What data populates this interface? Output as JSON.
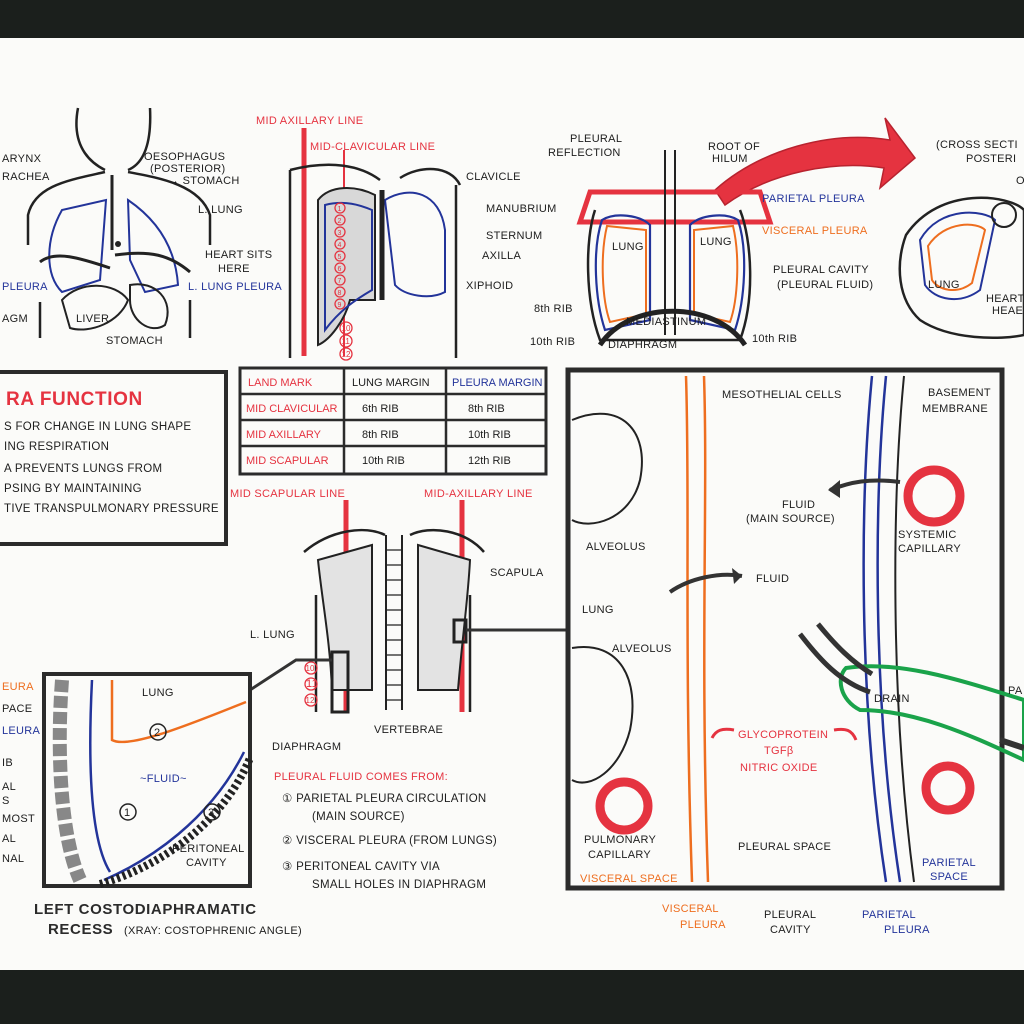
{
  "torso": {
    "arynx": "ARYNX",
    "trachea": "RACHEA",
    "oesophagus": "OESOPHAGUS",
    "posterior": "(POSTERIOR)",
    "stomach_top": "→ STOMACH",
    "l_lung": "L. LUNG",
    "heart1": "HEART SITS",
    "heart2": "HERE",
    "pleura_left": "PLEURA",
    "l_lung_pleura": "L. LUNG PLEURA",
    "agm": "AGM",
    "liver": "LIVER",
    "stomach": "STOMACH"
  },
  "lines": {
    "mid_axillary": "MID AXILLARY LINE",
    "mid_clavicular": "MID-CLAVICULAR LINE",
    "clavicle": "CLAVICLE",
    "manubrium": "MANUBRIUM",
    "sternum": "STERNUM",
    "axilla": "AXILLA",
    "xiphoid": "XIPHOID",
    "ribs": [
      "1",
      "2",
      "3",
      "4",
      "5",
      "6",
      "7",
      "8",
      "9",
      "10",
      "11",
      "12"
    ]
  },
  "section": {
    "pleural_reflection1": "PLEURAL",
    "pleural_reflection2": "REFLECTION",
    "root1": "ROOT OF",
    "root2": "HILUM",
    "parietal": "PARIETAL PLEURA",
    "visceral": "VISCERAL PLEURA",
    "lung_left": "LUNG",
    "lung_right": "LUNG",
    "cavity1": "PLEURAL CAVITY",
    "cavity2": "(PLEURAL FLUID)",
    "rib8": "8th RIB",
    "rib10a": "10th RIB",
    "rib10b": "10th RIB",
    "mediastinum": "MEDIASTINUM",
    "diaphragm": "DIAPHRAGM",
    "cross1": "(CROSS SECTI",
    "cross2": "POSTERI",
    "cross_o": "O",
    "cross_lung": "LUNG",
    "heart": "HEART",
    "heart2": "HEAE"
  },
  "function_box": {
    "title": "RA FUNCTION",
    "lines": [
      "S FOR CHANGE IN LUNG SHAPE",
      "ING RESPIRATION",
      "A PREVENTS LUNGS FROM",
      "PSING BY MAINTAINING",
      "TIVE TRANSPULMONARY PRESSURE"
    ]
  },
  "margins_table": {
    "headers": [
      "LAND MARK",
      "LUNG MARGIN",
      "PLEURA MARGIN"
    ],
    "rows": [
      [
        "MID CLAVICULAR",
        "6th RIB",
        "8th RIB"
      ],
      [
        "MID AXILLARY",
        "8th RIB",
        "10th RIB"
      ],
      [
        "MID SCAPULAR",
        "10th RIB",
        "12th RIB"
      ]
    ]
  },
  "back": {
    "mid_scapular": "MID SCAPULAR LINE",
    "mid_axillary": "MID-AXILLARY LINE",
    "scapula": "SCAPULA",
    "l_lung": "L. LUNG",
    "vertebrae": "VERTEBRAE",
    "ribs": [
      "10",
      "11",
      "12"
    ]
  },
  "recess": {
    "pleura": "EURA",
    "space": "PACE",
    "pleura_blue": "LEURA",
    "rib": "IB",
    "al": "AL",
    "s": "S",
    "most": "MOST",
    "al2": "AL",
    "nal": "NAL",
    "lung": "LUNG",
    "fluid": "~FLUID~",
    "n1": "1",
    "n2": "2",
    "n3": "3",
    "peritoneal1": "PERITONEAL",
    "peritoneal2": "CAVITY",
    "diaphragm": "DIAPHRAGM",
    "title1": "LEFT COSTODIAPHRAMATIC",
    "title2": "RECESS",
    "title3": "(XRAY: COSTOPHRENIC ANGLE)"
  },
  "fluid_from": {
    "title": "PLEURAL FLUID COMES FROM:",
    "items": [
      "① PARIETAL PLEURA CIRCULATION",
      "(MAIN SOURCE)",
      "② VISCERAL PLEURA (FROM LUNGS)",
      "③ PERITONEAL CAVITY VIA",
      "SMALL HOLES IN DIAPHRAGM"
    ]
  },
  "micro": {
    "mesothelial": "MESOTHELIAL CELLS",
    "basement1": "BASEMENT",
    "basement2": "MEMBRANE",
    "alveolus1": "ALVEOLUS",
    "alveolus2": "ALVEOLUS",
    "lung": "LUNG",
    "fluid_main1": "FLUID",
    "fluid_main2": "(MAIN SOURCE)",
    "fluid": "FLUID",
    "systemic1": "SYSTEMIC",
    "systemic2": "CAPILLARY",
    "drain": "DRAIN",
    "pa": "PA",
    "glyco": "GLYCOPROTEIN",
    "tgfb": "TGFβ",
    "nitric": "NITRIC OXIDE",
    "pulmonary1": "PULMONARY",
    "pulmonary2": "CAPILLARY",
    "pleural_space": "PLEURAL SPACE",
    "visceral_space": "VISCERAL SPACE",
    "parietal_space1": "PARIETAL",
    "parietal_space2": "SPACE",
    "visceral_pleura1": "VISCERAL",
    "visceral_pleura2": "PLEURA",
    "pleural_cavity1": "PLEURAL",
    "pleural_cavity2": "CAVITY",
    "parietal_pleura1": "PARIETAL",
    "parietal_pleura2": "PLEURA"
  },
  "colors": {
    "red": "#e53340",
    "blue": "#23349a",
    "orange": "#ee6e1f",
    "green": "#1aa34a",
    "ink": "#1d1d1d"
  }
}
